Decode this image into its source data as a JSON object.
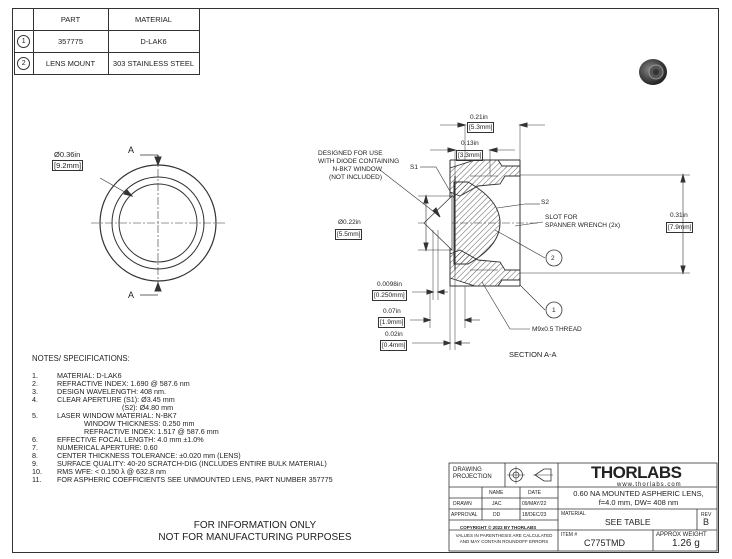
{
  "parts_table": {
    "headers": [
      "PART",
      "MATERIAL"
    ],
    "rows": [
      {
        "num": "1",
        "part": "357775",
        "material": "D-LAK6"
      },
      {
        "num": "2",
        "part": "LENS MOUNT",
        "material": "303 STAINLESS STEEL"
      }
    ]
  },
  "front_view": {
    "diameter_in": "Ø0.36in",
    "diameter_mm": "[9.2mm]",
    "section_label_top": "A",
    "section_label_bottom": "A"
  },
  "section_view": {
    "dim_021": "0.21in",
    "dim_021_mm": "[5.3mm]",
    "dim_013": "0.13in",
    "dim_013_mm": "[3.3mm]",
    "designed_for": [
      "DESIGNED FOR USE",
      "WITH DIODE CONTAINING",
      "N-BK7 WINDOW",
      "(NOT INCLUDED)"
    ],
    "s1": "S1",
    "s2": "S2",
    "slot": [
      "SLOT FOR",
      "SPANNER WRENCH (2x)"
    ],
    "dim_031": "0.31in",
    "dim_031_mm": "[7.9mm]",
    "dim_022": "Ø0.22in",
    "dim_022_mm": "[5.5mm]",
    "dim_00098": "0.0098in",
    "dim_00098_mm": "[0.250mm]",
    "dim_007": "0.07in",
    "dim_007_mm": "[1.9mm]",
    "dim_002": "0.02in",
    "dim_002_mm": "[0.4mm]",
    "thread": "M9x0.5 THREAD",
    "balloon_1": "1",
    "balloon_2": "2",
    "section_title": "SECTION A-A"
  },
  "notes": {
    "title": "NOTES/ SPECIFICATIONS:",
    "items": [
      {
        "n": "1.",
        "text": "MATERIAL: D-LAK6"
      },
      {
        "n": "2.",
        "text": "REFRACTIVE INDEX: 1.690 @ 587.6 nm"
      },
      {
        "n": "3.",
        "text": "DESIGN WAVELENGTH: 408 nm."
      },
      {
        "n": "4.",
        "text": "CLEAR APERTURE (S1): Ø3.45 mm"
      },
      {
        "n": "",
        "text": "(S2): Ø4.80 mm"
      },
      {
        "n": "5.",
        "text": "LASER WINDOW MATERIAL: N-BK7"
      },
      {
        "n": "",
        "text": "WINDOW THICKNESS: 0.250 mm"
      },
      {
        "n": "",
        "text": "REFRACTIVE INDEX: 1.517 @ 587.6 mm"
      },
      {
        "n": "6.",
        "text": "EFFECTIVE FOCAL LENGTH: 4.0 mm ±1.0%"
      },
      {
        "n": "7.",
        "text": "NUMERICAL APERTURE: 0.60"
      },
      {
        "n": "8.",
        "text": "CENTER THICKNESS TOLERANCE: ±0.020 mm (LENS)"
      },
      {
        "n": "9.",
        "text": "SURFACE QUALITY: 40-20 SCRATCH-DIG (INCLUDES ENTIRE BULK MATERIAL)"
      },
      {
        "n": "10.",
        "text": "RMS WFE: < 0.150 λ @ 632.8 nm"
      },
      {
        "n": "11.",
        "text": "FOR ASPHERIC COEFFICIENTS SEE UNMOUNTED LENS, PART NUMBER 357775"
      }
    ]
  },
  "disclaimer": [
    "FOR INFORMATION ONLY",
    "NOT FOR MANUFACTURING PURPOSES"
  ],
  "title_block": {
    "drawing_projection": [
      "DRAWING",
      "PROJECTION"
    ],
    "logo": "THORLABS",
    "website": "www.thorlabs.com",
    "name_header": "NAME",
    "date_header": "DATE",
    "drawn_label": "DRAWN",
    "drawn_name": "JAC",
    "drawn_date": "09/MAY/22",
    "approval_label": "APPROVAL",
    "approval_name": "DD",
    "approval_date": "18/DEC/23",
    "description": [
      "0.60 NA MOUNTED ASPHERIC LENS,",
      "f=4.0 mm, DW= 408 nm"
    ],
    "copyright": "COPYRIGHT © 2022 BY THORLABS",
    "material_label": "MATERIAL",
    "material_value": "SEE TABLE",
    "rev_label": "REV",
    "rev_value": "B",
    "values_note": [
      "VALUES IN PARENTHESIS ARE CALCULATED",
      "AND MAY CONTAIN ROUNDOFF ERRORS"
    ],
    "item_label": "ITEM #",
    "item_value": "C775TMD",
    "weight_label": "APPROX WEIGHT",
    "weight_value": "1.26 g"
  }
}
